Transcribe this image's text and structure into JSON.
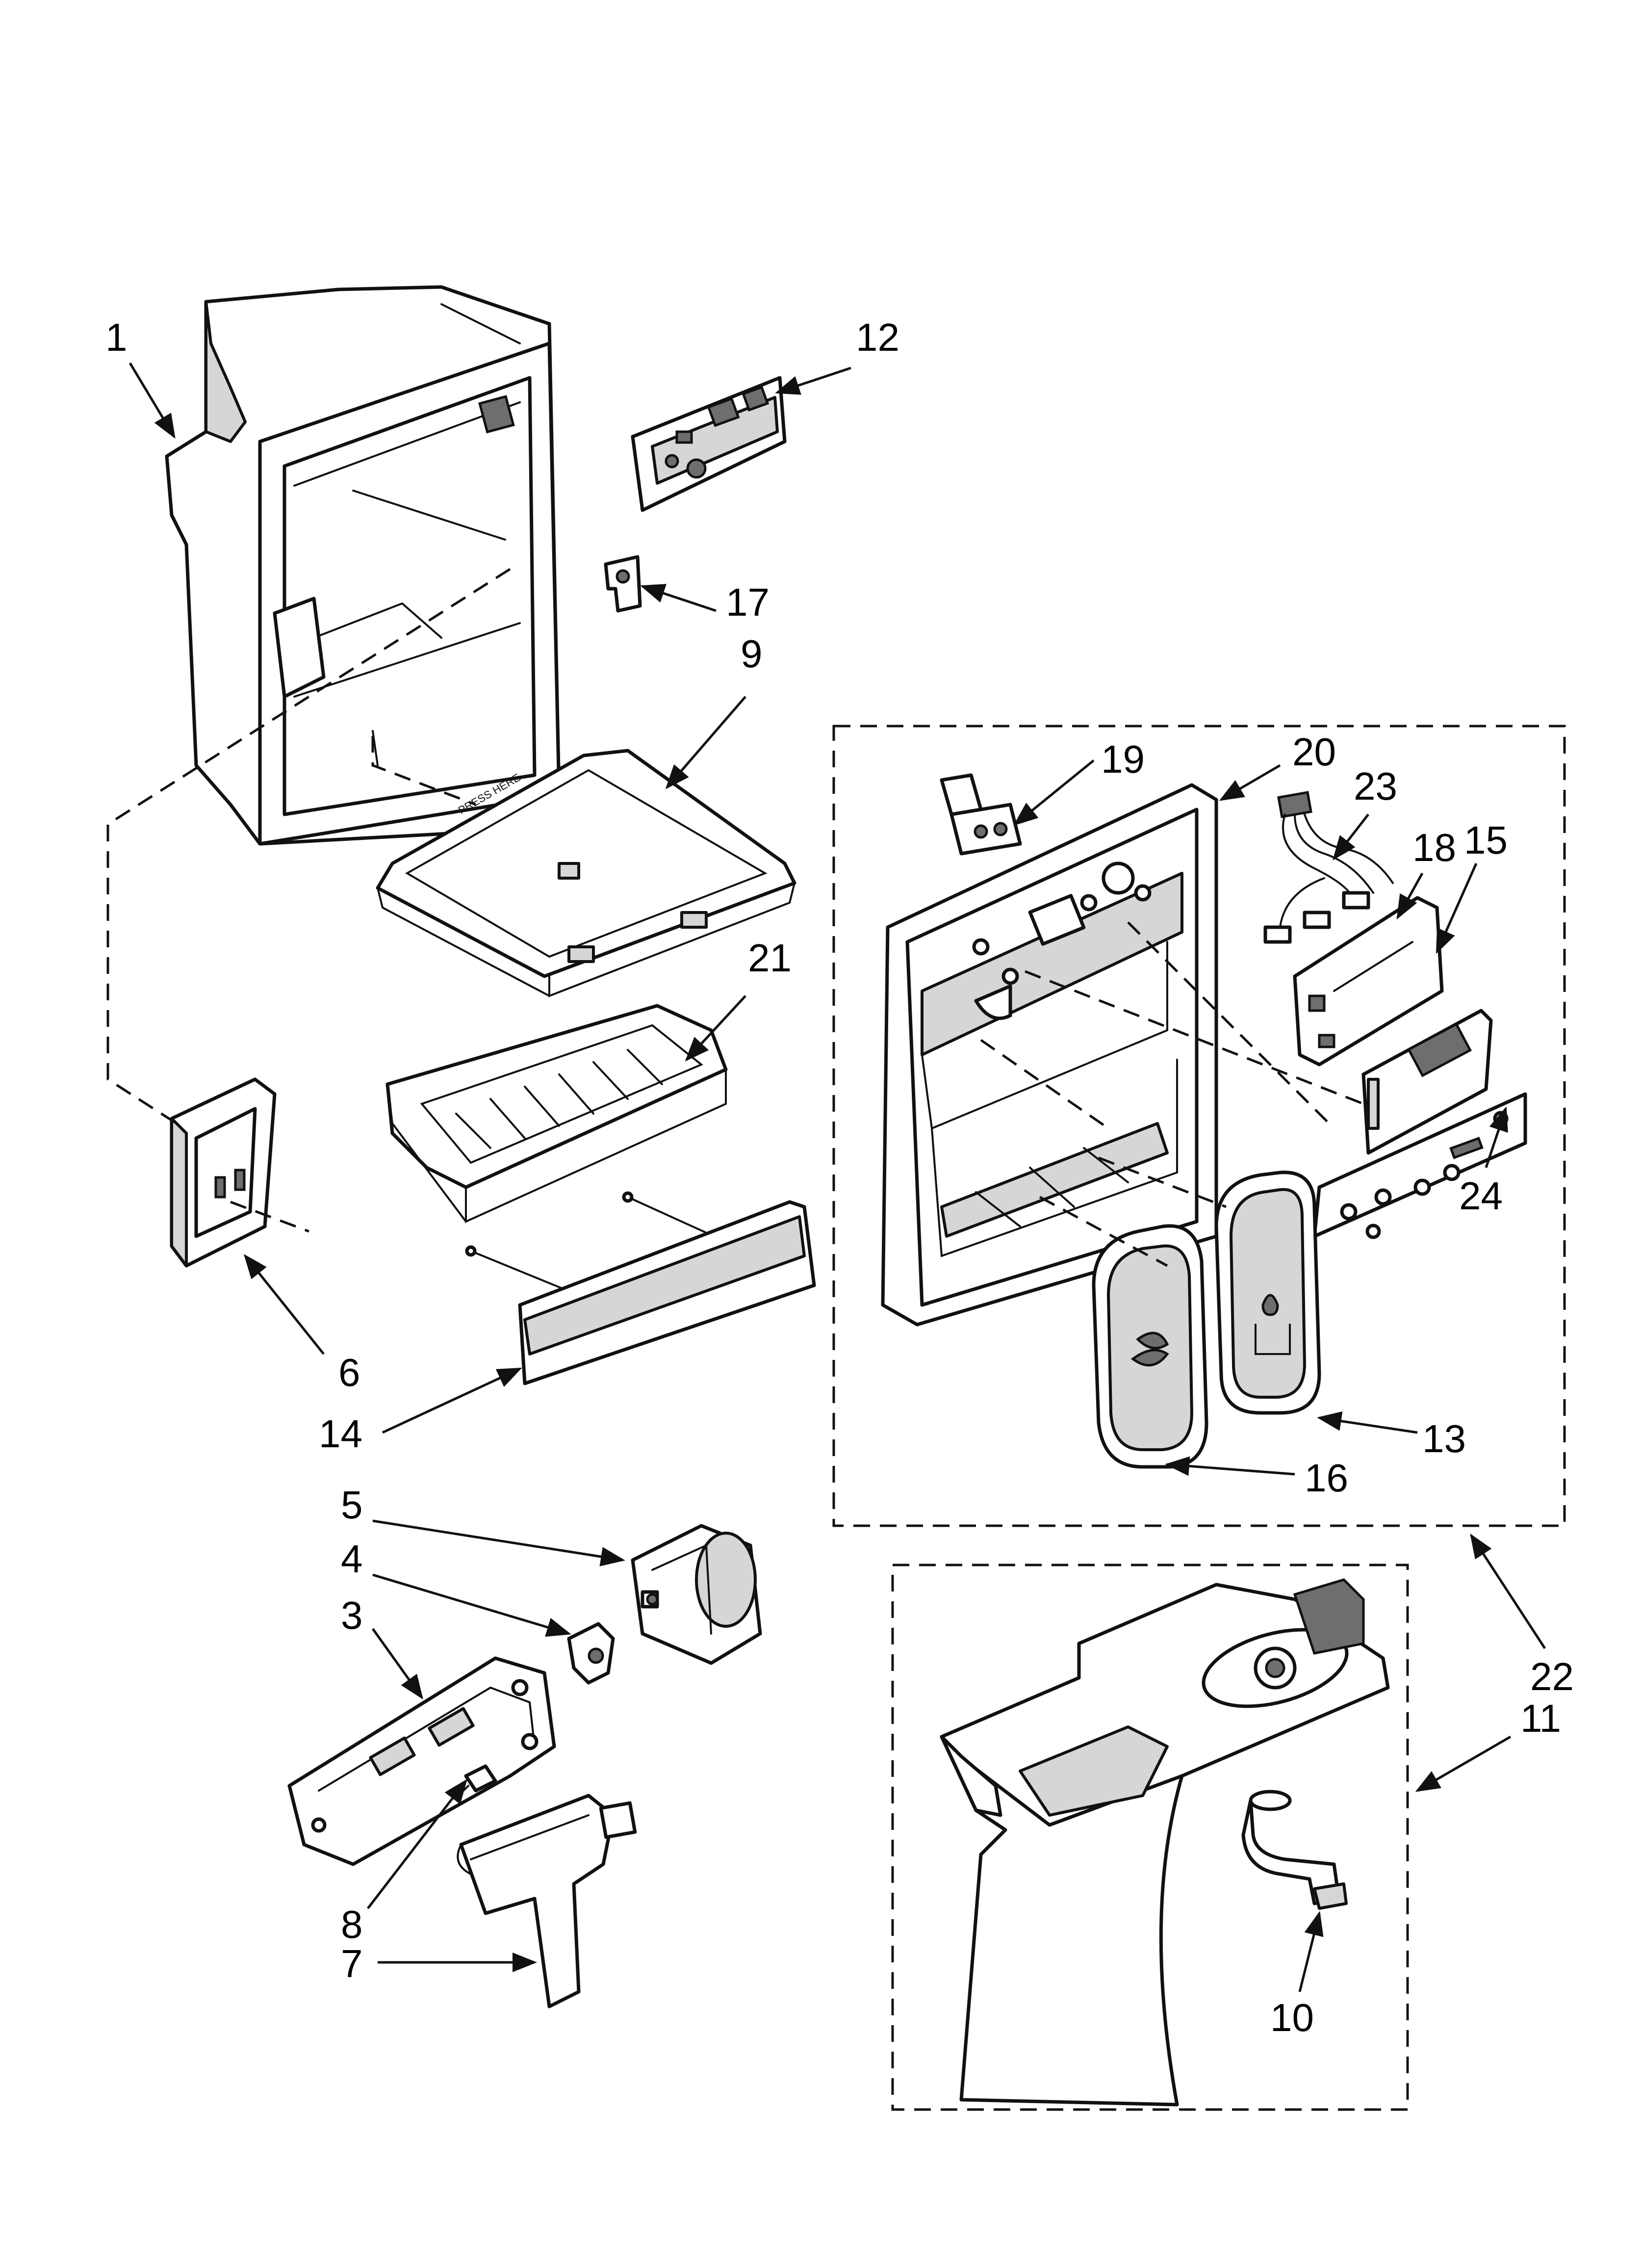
{
  "callouts": {
    "c1": "1",
    "c3": "3",
    "c4": "4",
    "c5": "5",
    "c6": "6",
    "c7": "7",
    "c8": "8",
    "c9": "9",
    "c10": "10",
    "c11": "11",
    "c12": "12",
    "c13": "13",
    "c14": "14",
    "c15": "15",
    "c16": "16",
    "c17": "17",
    "c18": "18",
    "c19": "19",
    "c20": "20",
    "c21": "21",
    "c22": "22",
    "c23": "23",
    "c24": "24"
  },
  "part_text": {
    "press_here": "PRESS HERE"
  },
  "colors": {
    "line": "#111111",
    "shade": "#d6d6d6",
    "background": "#ffffff"
  }
}
